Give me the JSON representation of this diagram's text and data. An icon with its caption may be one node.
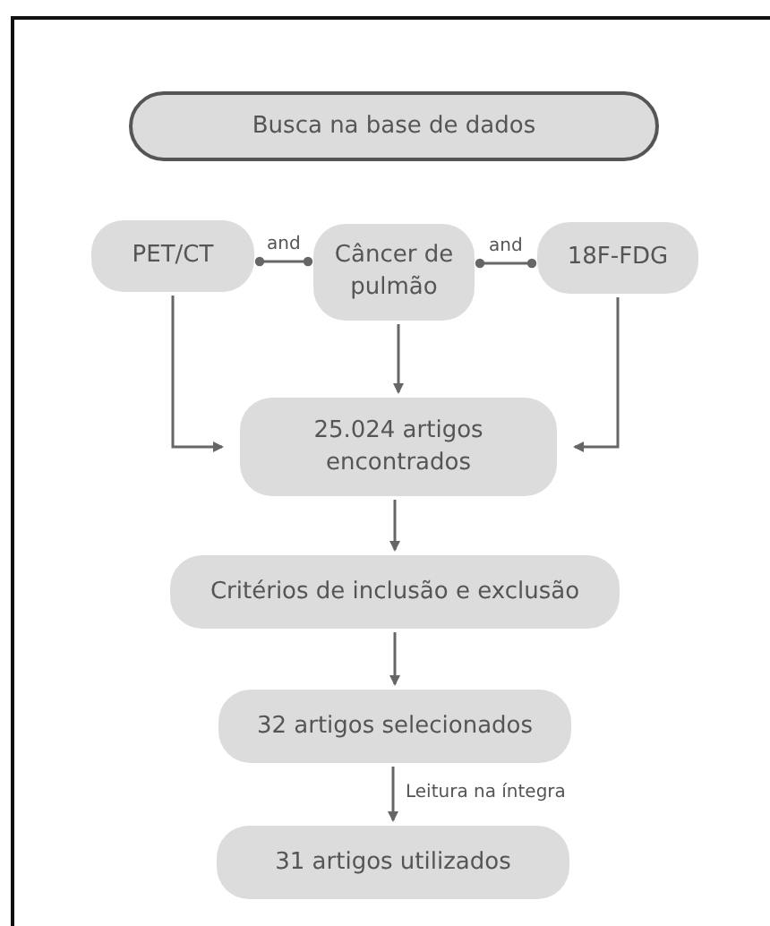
{
  "diagram": {
    "nodes": [
      {
        "text": [
          "Busca na base de dados"
        ]
      },
      {
        "text": [
          "PET/CT"
        ]
      },
      {
        "text": [
          "Câncer de pulmão"
        ]
      },
      {
        "text": [
          "18F-FDG"
        ]
      },
      {
        "text": [
          "25.024 artigos encontrados"
        ]
      },
      {
        "text": [
          "Critérios de inclusão e exclusão"
        ]
      },
      {
        "text": [
          "32 artigos selecionados"
        ]
      },
      {
        "text": [
          "31 artigos utilizados"
        ]
      }
    ],
    "edges": [
      {
        "from": 1,
        "to": 2,
        "arrow": "other",
        "label": "and"
      },
      {
        "from": 2,
        "to": 3,
        "arrow": "other",
        "label": "and"
      },
      {
        "from": 1,
        "to": 4,
        "arrow": "to"
      },
      {
        "from": 2,
        "to": 4,
        "arrow": "to"
      },
      {
        "from": 3,
        "to": 4,
        "arrow": "to"
      },
      {
        "from": 4,
        "to": 5,
        "arrow": "to"
      },
      {
        "from": 5,
        "to": 6,
        "arrow": "to"
      },
      {
        "from": 6,
        "to": 7,
        "arrow": "to",
        "label": "Leitura na íntegra"
      }
    ]
  }
}
